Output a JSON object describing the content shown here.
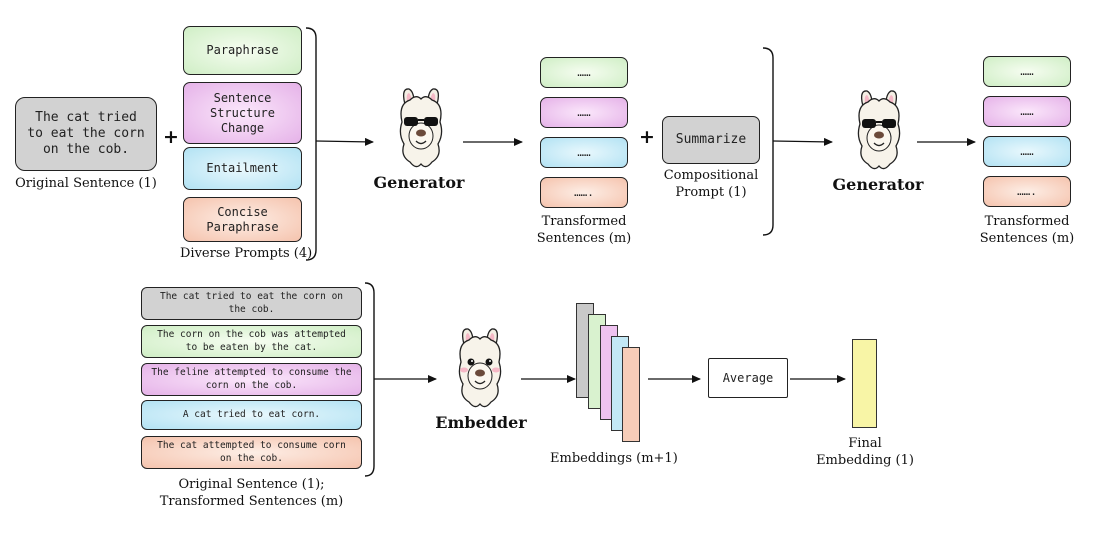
{
  "original_sentence": {
    "text": "The cat tried to eat the corn on the cob.",
    "caption": "Original Sentence (1)"
  },
  "diverse_prompts": {
    "items": [
      "Paraphrase",
      "Sentence Structure Change",
      "Entailment",
      "Concise Paraphrase"
    ],
    "caption": "Diverse Prompts (4)"
  },
  "generator_label": "Generator",
  "transformed_1": {
    "placeholders": [
      "……",
      "……",
      "……",
      "……."
    ],
    "caption": "Transformed Sentences (m)"
  },
  "compositional_prompt": {
    "text": "Summarize",
    "caption": "Compositional Prompt (1)"
  },
  "transformed_2": {
    "placeholders": [
      "……",
      "……",
      "……",
      "……."
    ],
    "caption": "Transformed Sentences (m)"
  },
  "bottom_sentences": {
    "items": [
      "The cat tried to eat the corn on the cob.",
      "The corn on the cob was attempted to be eaten by the cat.",
      "The feline attempted to consume the corn on the cob.",
      "A cat tried to eat corn.",
      "The cat attempted to consume corn on the cob."
    ],
    "caption_line1": "Original Sentence (1);",
    "caption_line2": "Transformed Sentences (m)"
  },
  "embedder_label": "Embedder",
  "embeddings_caption": "Embeddings (m+1)",
  "average_label": "Average",
  "final_embedding_caption": "Final Embedding (1)",
  "plus_sign": "+",
  "colors": {
    "gray": "#d2d2d2",
    "green": "#cfeec5",
    "pink": "#e5b2e8",
    "cyan": "#b2e2f3",
    "peach": "#f5c3ad",
    "final_embedding": "#f8f5a6"
  },
  "icons": [
    "llama-with-sunglasses-icon",
    "llama-icon"
  ]
}
